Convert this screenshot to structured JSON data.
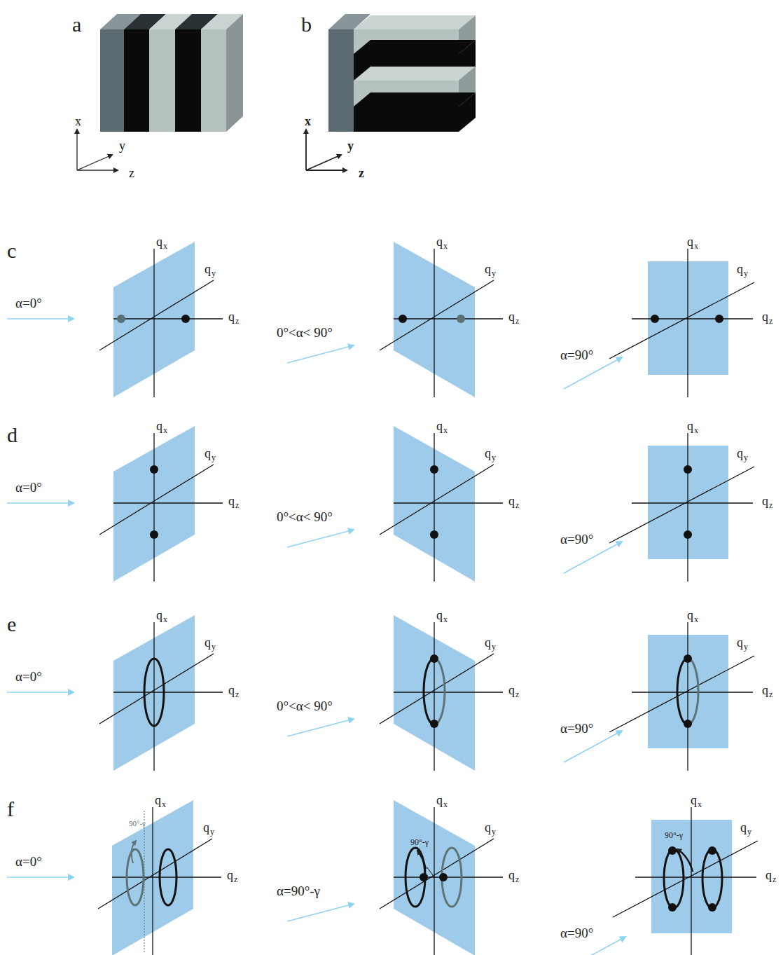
{
  "diagram": {
    "labels": [
      "a",
      "x",
      "y",
      "z",
      "b",
      "x",
      "y",
      "z",
      "c",
      "q",
      "x",
      "q",
      "y",
      "q",
      "z",
      "α=0°",
      "q",
      "x",
      "q",
      "y",
      "q",
      "z",
      "0°<α< 90°",
      "q",
      "x",
      "q",
      "y",
      "q",
      "z",
      "α=90°",
      "d",
      "q",
      "x",
      "q",
      "y",
      "q",
      "z",
      "α=0°",
      "q",
      "x",
      "q",
      "y",
      "q",
      "z",
      "0°<α< 90°",
      "q",
      "x",
      "q",
      "y",
      "q",
      "z",
      "α=90°",
      "e",
      "q",
      "x",
      "q",
      "y",
      "q",
      "z",
      "α=0°",
      "q",
      "x",
      "q",
      "y",
      "q",
      "z",
      "0°<α< 90°",
      "q",
      "x",
      "q",
      "y",
      "q",
      "z",
      "α=90°",
      "f",
      "q",
      "x",
      "q",
      "y",
      "q",
      "z",
      "α=0°",
      "90°-γ",
      "q",
      "x",
      "q",
      "y",
      "q",
      "z",
      "α=90°-γ",
      "90°-γ",
      "q",
      "x",
      "q",
      "y",
      "q",
      "z",
      "α=90°",
      "90°-γ"
    ]
  }
}
